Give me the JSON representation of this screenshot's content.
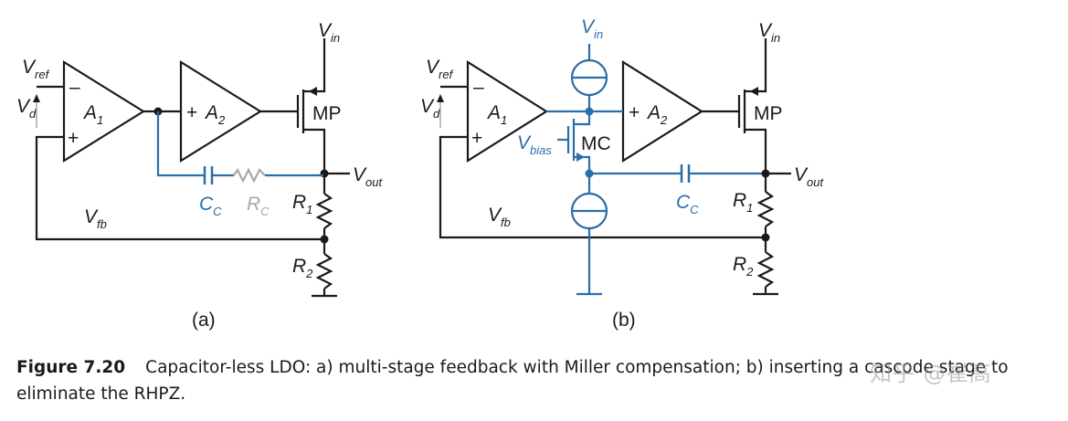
{
  "diagram": {
    "panel_a": {
      "label": "(a)",
      "vin": {
        "main": "V",
        "sub": "in"
      },
      "vref": {
        "main": "V",
        "sub": "ref"
      },
      "vd": {
        "main": "V",
        "sub": "d"
      },
      "vfb": {
        "main": "V",
        "sub": "fb"
      },
      "vout": {
        "main": "V",
        "sub": "out"
      },
      "a1": {
        "main": "A",
        "sub": "1"
      },
      "a2": {
        "main": "A",
        "sub": "2"
      },
      "mp": "MP",
      "cc": {
        "main": "C",
        "sub": "C"
      },
      "rc": {
        "main": "R",
        "sub": "C"
      },
      "r1": {
        "main": "R",
        "sub": "1"
      },
      "r2": {
        "main": "R",
        "sub": "2"
      },
      "minus": "–",
      "plus": "+"
    },
    "panel_b": {
      "label": "(b)",
      "vin_mid": {
        "main": "V",
        "sub": "in"
      },
      "vin": {
        "main": "V",
        "sub": "in"
      },
      "vref": {
        "main": "V",
        "sub": "ref"
      },
      "vd": {
        "main": "V",
        "sub": "d"
      },
      "vfb": {
        "main": "V",
        "sub": "fb"
      },
      "vout": {
        "main": "V",
        "sub": "out"
      },
      "vbias": {
        "main": "V",
        "sub": "bias"
      },
      "a1": {
        "main": "A",
        "sub": "1"
      },
      "a2": {
        "main": "A",
        "sub": "2"
      },
      "mc": "MC",
      "mp": "MP",
      "cc": {
        "main": "C",
        "sub": "C"
      },
      "r1": {
        "main": "R",
        "sub": "1"
      },
      "r2": {
        "main": "R",
        "sub": "2"
      },
      "minus": "–",
      "plus": "+"
    },
    "colors": {
      "ink": "#1a1a1a",
      "accent_blue": "#2b6ea8",
      "resistor_gray": "#a8a8a8"
    }
  },
  "caption": {
    "label": "Figure 7.20",
    "text": "Capacitor-less LDO: a) multi-stage feedback with Miller compensation; b) inserting a cascode stage to eliminate the RHPZ."
  },
  "watermark": "知乎 @崔高"
}
